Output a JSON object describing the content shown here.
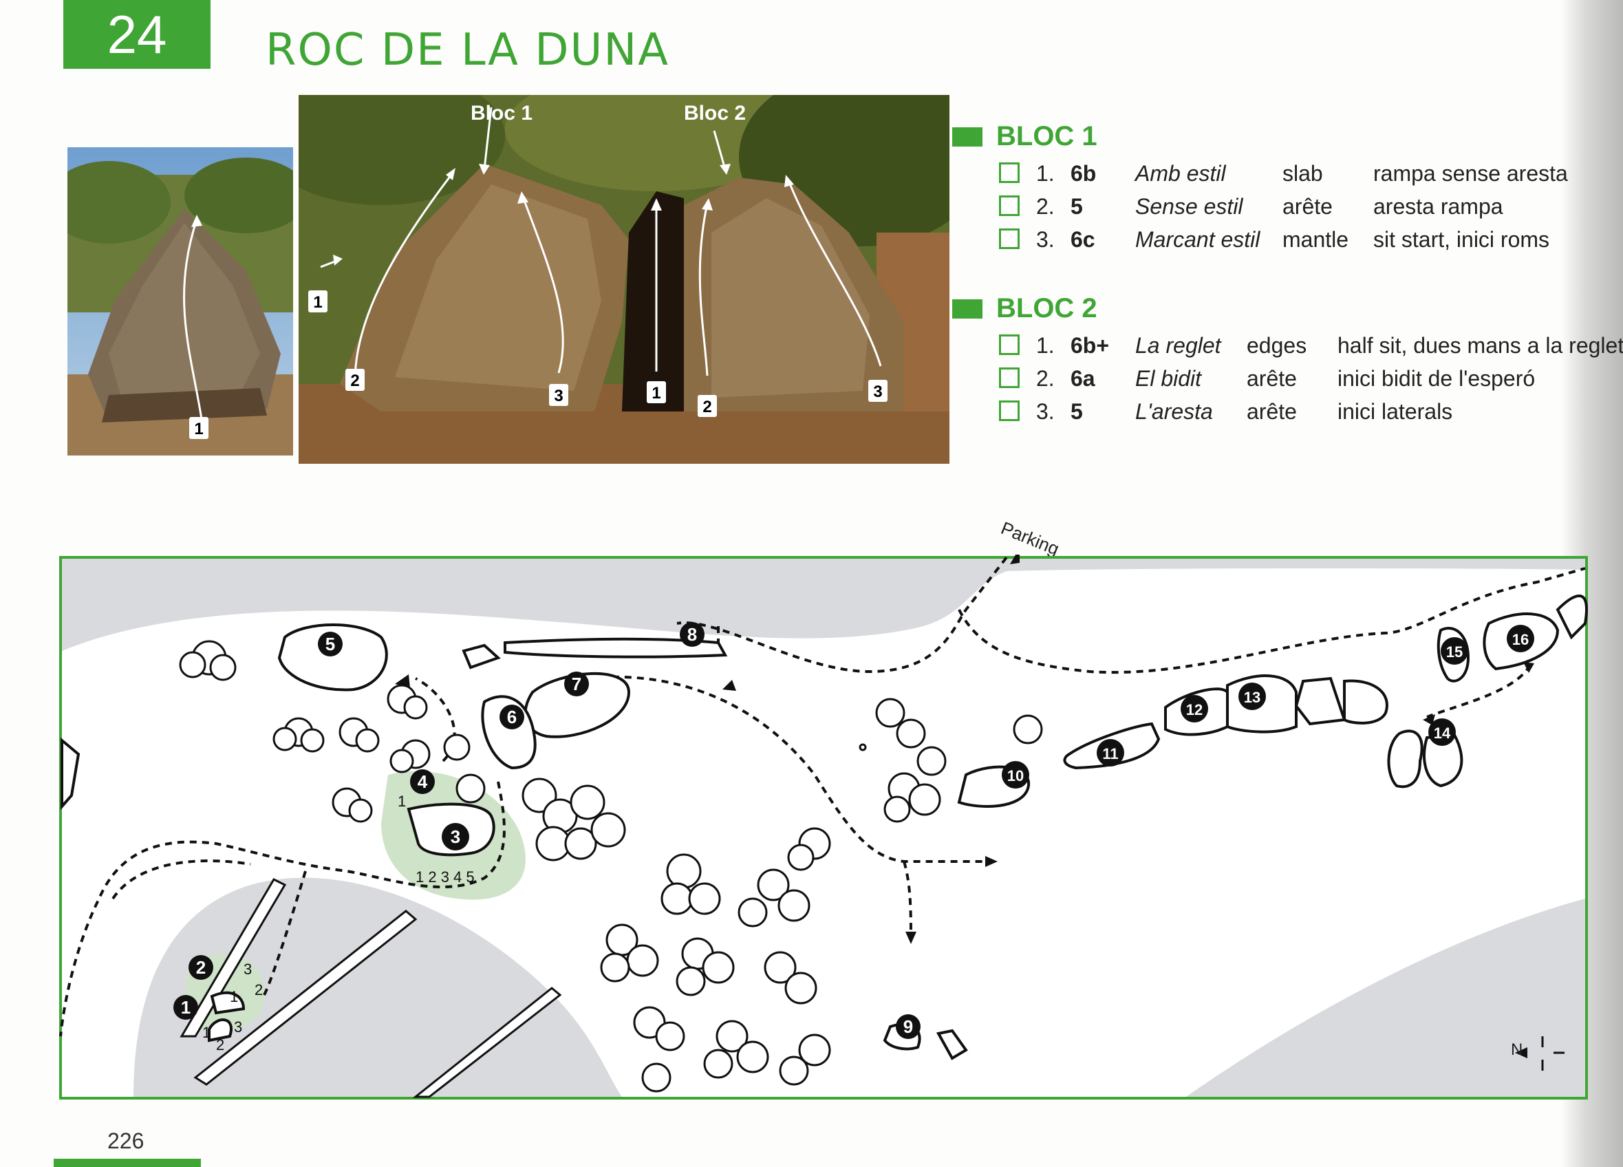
{
  "header": {
    "chapter_number": "24",
    "title": "ROC DE LA DUNA"
  },
  "photos": {
    "small": {
      "labels": [
        "1"
      ]
    },
    "large": {
      "bloc1_label": "Bloc 1",
      "bloc2_label": "Bloc 2",
      "labels": [
        "1",
        "2",
        "3",
        "1",
        "2",
        "3"
      ]
    }
  },
  "bloc1": {
    "title": "BLOC 1",
    "routes": [
      {
        "num": "1.",
        "grade": "6b",
        "name": "Amb estil",
        "style": "slab",
        "desc": "rampa sense aresta"
      },
      {
        "num": "2.",
        "grade": "5",
        "name": "Sense estil",
        "style": "arête",
        "desc": "aresta rampa"
      },
      {
        "num": "3.",
        "grade": "6c",
        "name": "Marcant estil",
        "style": "mantle",
        "desc": "sit start, inici roms"
      }
    ]
  },
  "bloc2": {
    "title": "BLOC 2",
    "routes": [
      {
        "num": "1.",
        "grade": "6b+",
        "name": "La reglet",
        "style": "edges",
        "desc": "half sit, dues mans a la regleta"
      },
      {
        "num": "2.",
        "grade": "6a",
        "name": "El bidit",
        "style": "arête",
        "desc": "inici bidit de l'esperó"
      },
      {
        "num": "3.",
        "grade": "5",
        "name": "L'aresta",
        "style": "arête",
        "desc": "inici laterals"
      }
    ]
  },
  "map": {
    "parking_label": "Parking",
    "north_label": "N",
    "boulders": [
      "1",
      "2",
      "3",
      "4",
      "5",
      "6",
      "7",
      "8",
      "9",
      "10",
      "11",
      "12",
      "13",
      "14",
      "15",
      "16"
    ],
    "bloc3_problem_numbers": "1 2 3 4 5",
    "bloc4_problem_number": "1",
    "bloc2_problem_numbers": [
      "3",
      "1",
      "2"
    ],
    "bloc1_problem_numbers": [
      "3",
      "1",
      "2"
    ]
  },
  "footer": {
    "page_number": "226"
  },
  "colors": {
    "accent": "#3fa535",
    "map_gray": "#d9dadd",
    "map_green": "#cfe3c8"
  }
}
